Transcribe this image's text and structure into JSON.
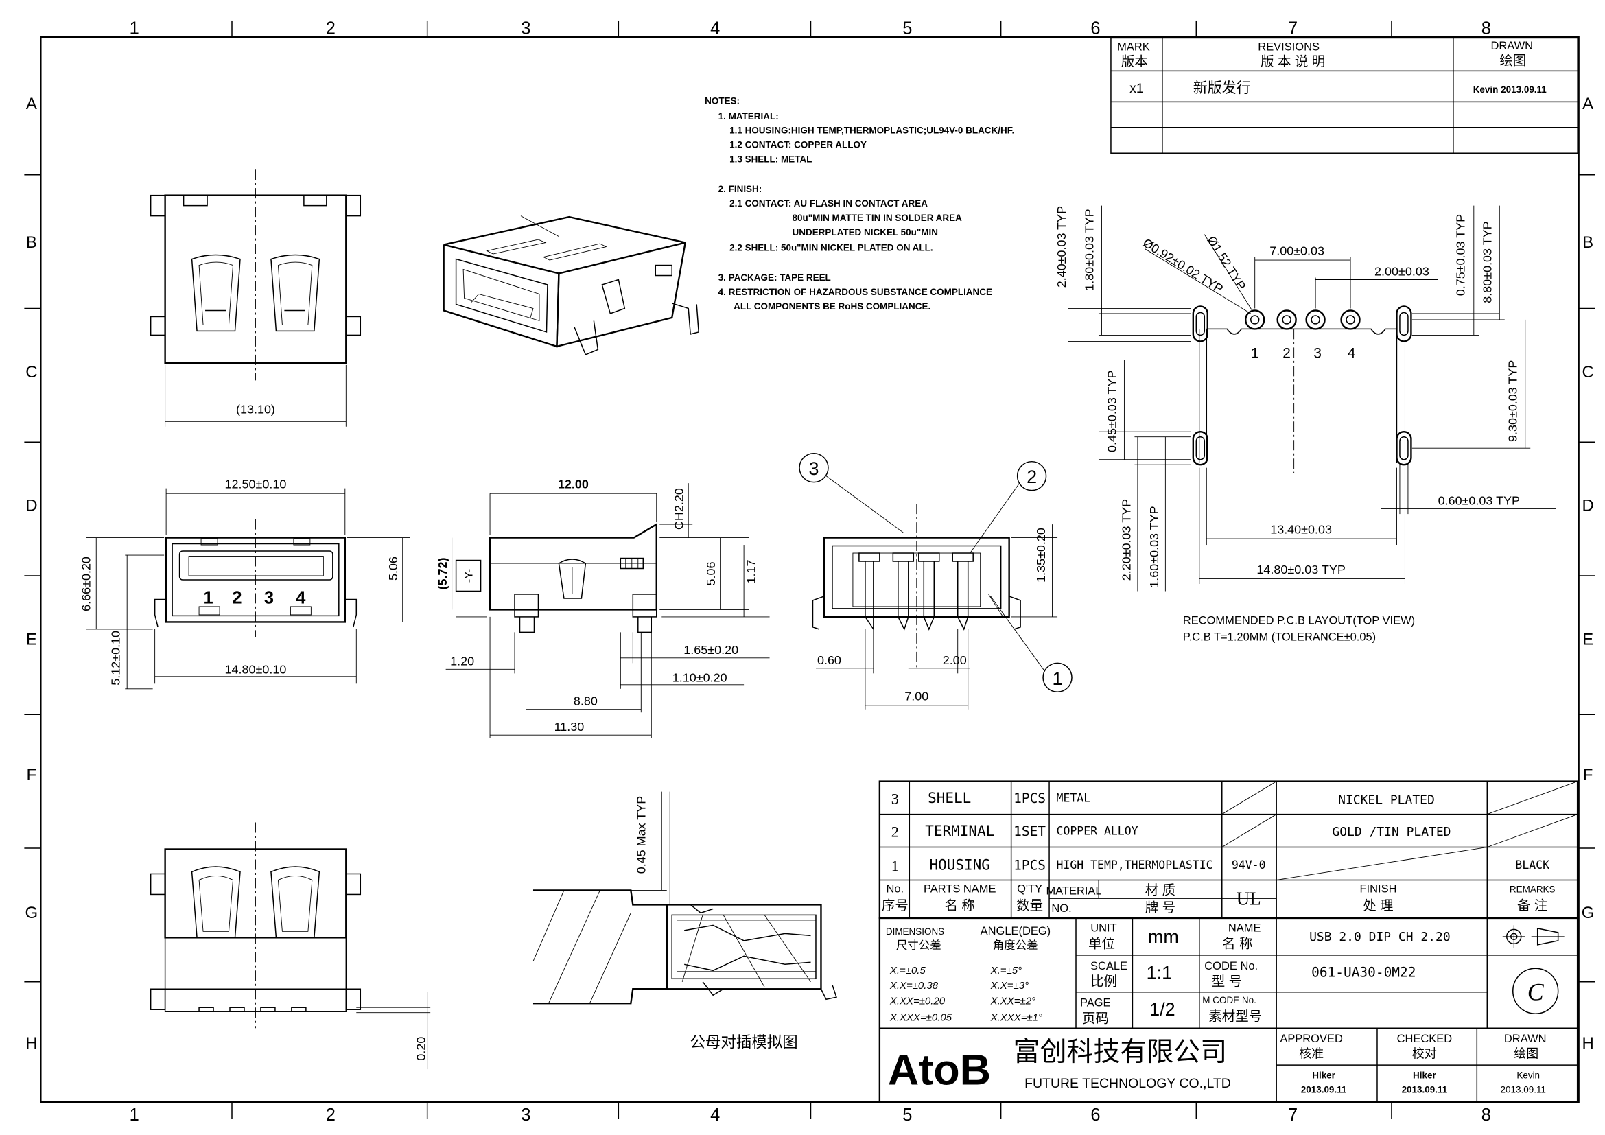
{
  "zones": {
    "cols": [
      "1",
      "2",
      "3",
      "4",
      "5",
      "6",
      "7",
      "8"
    ],
    "rows": [
      "A",
      "B",
      "C",
      "D",
      "E",
      "F",
      "G",
      "H"
    ]
  },
  "revisions": {
    "mark_label": "MARK",
    "mark_cn": "版本",
    "rev_label": "REVISIONS",
    "rev_cn": "版 本 说 明",
    "drawn_label": "DRAWN",
    "drawn_cn": "绘图",
    "rows": [
      {
        "mark": "x1",
        "desc": "新版发行",
        "drawn": "Kevin 2013.09.11"
      }
    ]
  },
  "notes": [
    "NOTES:",
    "1. MATERIAL:",
    "1.1 HOUSING:HIGH TEMP,THERMOPLASTIC;UL94V-0 BLACK/HF.",
    "1.2 CONTACT: COPPER ALLOY",
    "1.3 SHELL: METAL",
    "2. FINISH:",
    "2.1 CONTACT: AU FLASH IN CONTACT AREA",
    "80u\"MIN MATTE TIN IN SOLDER AREA",
    "UNDERPLATED NICKEL 50u\"MIN",
    "2.2 SHELL:   50u\"MIN NICKEL PLATED ON ALL.",
    "3. PACKAGE: TAPE REEL",
    "4. RESTRICTION OF HAZARDOUS SUBSTANCE COMPLIANCE",
    "ALL COMPONENTS BE RoHS COMPLIANCE."
  ],
  "dims": {
    "top_width": "(13.10)",
    "front_w": "12.50±0.10",
    "front_h": "6.66±0.20",
    "front_side": "5.06",
    "front_base": "14.80±0.10",
    "front_pin": "5.12±0.10",
    "pin_nums": [
      "1",
      "2",
      "3",
      "4"
    ],
    "side_len": "12.00",
    "side_ch": "CH2.20",
    "side_h": "5.06",
    "side_h2": "1.17",
    "side_y": "(5.72)",
    "side_ylabel": "-Y-",
    "side_120": "1.20",
    "side_165": "1.65±0.20",
    "side_110": "1.10±0.20",
    "side_880": "8.80",
    "side_1130": "11.30",
    "rear_135": "1.35±0.20",
    "rear_060": "0.60",
    "rear_200": "2.00",
    "rear_700": "7.00",
    "balloons": [
      "3",
      "2",
      "1"
    ],
    "mate_045": "0.45 Max TYP",
    "mate_caption": "公母对插模拟图",
    "bot_020": "0.20"
  },
  "pcb": {
    "d240": "2.40±0.03 TYP",
    "d180": "1.80±0.03 TYP",
    "d092": "Ø0.92±0.02 TYP",
    "d152": "Ø1.52 TYP",
    "d700": "7.00±0.03",
    "d200": "2.00±0.03",
    "d075": "0.75±0.03 TYP",
    "d880": "8.80±0.03 TYP",
    "d930": "9.30±0.03 TYP",
    "d045": "0.45±0.03 TYP",
    "d060": "0.60±0.03  TYP",
    "d220": "2.20±0.03 TYP",
    "d160": "1.60±0.03 TYP",
    "d1340": "13.40±0.03",
    "d1480": "14.80±0.03 TYP",
    "pin_nums": [
      "1",
      "2",
      "3",
      "4"
    ],
    "caption1": "RECOMMENDED P.C.B LAYOUT(TOP VIEW)",
    "caption2": "P.C.B  T=1.20MM  (TOLERANCE±0.05)"
  },
  "bom": {
    "rows": [
      {
        "no": "3",
        "name": "SHELL",
        "qty": "1PCS",
        "material": "METAL",
        "grade": "",
        "finish": "NICKEL PLATED",
        "remarks": ""
      },
      {
        "no": "2",
        "name": "TERMINAL",
        "qty": "1SET",
        "material": "COPPER ALLOY",
        "grade": "",
        "finish": "GOLD /TIN PLATED",
        "remarks": ""
      },
      {
        "no": "1",
        "name": "HOUSING",
        "qty": "1PCS",
        "material": "HIGH TEMP,THERMOPLASTIC",
        "grade": "94V-0",
        "finish": "",
        "remarks": "BLACK"
      }
    ],
    "hdr_no": "No.",
    "hdr_no_cn": "序号",
    "hdr_name": "PARTS NAME",
    "hdr_name_cn": "名 称",
    "hdr_qty": "Q'TY",
    "hdr_qty_cn": "数量",
    "hdr_material": "MATERIAL",
    "hdr_material_cn": "材 质",
    "hdr_nol": "NO.",
    "hdr_grade_cn": "牌 号",
    "hdr_ul": "UL",
    "hdr_finish": "FINISH",
    "hdr_finish_cn": "处 理",
    "hdr_remarks": "REMARKS",
    "hdr_remarks_cn": "备 注"
  },
  "title_block": {
    "dim_label": "DIMENSIONS",
    "dim_cn": "尺寸公差",
    "ang_label": "ANGLE(DEG)",
    "ang_cn": "角度公差",
    "tol": [
      "X.=±0.5",
      "X.X=±0.38",
      "X.XX=±0.20",
      "X.XXX=±0.05"
    ],
    "ang": [
      "X.=±5°",
      "X.X=±3°",
      "X.XX=±2°",
      "X.XXX=±1°"
    ],
    "unit_label": "UNIT",
    "unit_cn": "单位",
    "unit": "mm",
    "name_label": "NAME",
    "name_cn": "名 称",
    "name": "USB 2.0 DIP CH 2.20",
    "scale_label": "SCALE",
    "scale_cn": "比例",
    "scale": "1:1",
    "code_label": "CODE No.",
    "code_cn": "型 号",
    "code": "061-UA30-0M22",
    "page_label": "PAGE",
    "page_cn": "页码",
    "page": "1/2",
    "mcode_label": "M CODE No.",
    "mcode_cn": "素材型号",
    "rev_letter": "C",
    "logo": "AtoB",
    "company_cn": "富创科技有限公司",
    "company_en": "FUTURE TECHNOLOGY CO.,LTD",
    "approved_label": "APPROVED",
    "approved_cn": "核准",
    "approved_by": "Hiker",
    "approved_date": "2013.09.11",
    "checked_label": "CHECKED",
    "checked_cn": "校对",
    "checked_by": "Hiker",
    "checked_date": "2013.09.11",
    "drawn_label": "DRAWN",
    "drawn_cn": "绘图",
    "drawn_by": "Kevin",
    "drawn_date": "2013.09.11"
  }
}
